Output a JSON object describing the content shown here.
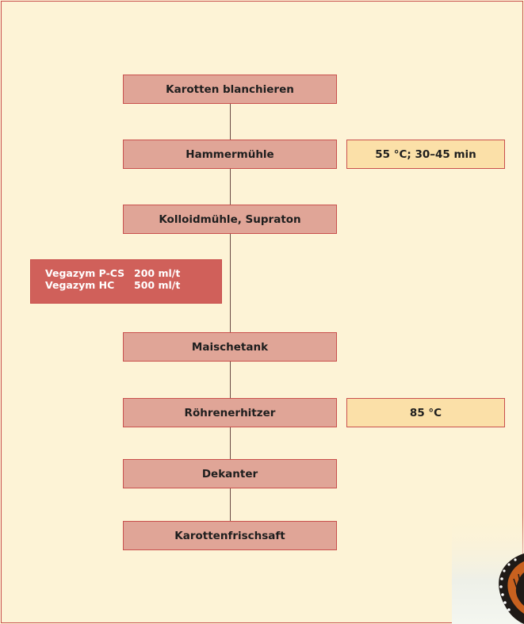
{
  "steps": [
    {
      "label": "Karotten blanchieren"
    },
    {
      "label": "Hammermühle"
    },
    {
      "label": "Kolloidmühle, Supraton"
    },
    {
      "label": "Maischetank"
    },
    {
      "label": "Röhrenerhitzer"
    },
    {
      "label": "Dekanter"
    },
    {
      "label": "Karottenfrischsaft"
    }
  ],
  "params": {
    "hammermuehle": "55 °C; 30–45 min",
    "roehrenerhitzer": "85 °C"
  },
  "enzymes": [
    {
      "name": "Vegazym P-CS",
      "amount": "200 ml/t"
    },
    {
      "name": "Vegazym HC",
      "amount": "500 ml/t"
    }
  ],
  "colors": {
    "background": "#fdf3d6",
    "step_fill": "#e0a597",
    "param_fill": "#fbe0a8",
    "enzyme_fill": "#d0605a",
    "border": "#c9504d"
  }
}
